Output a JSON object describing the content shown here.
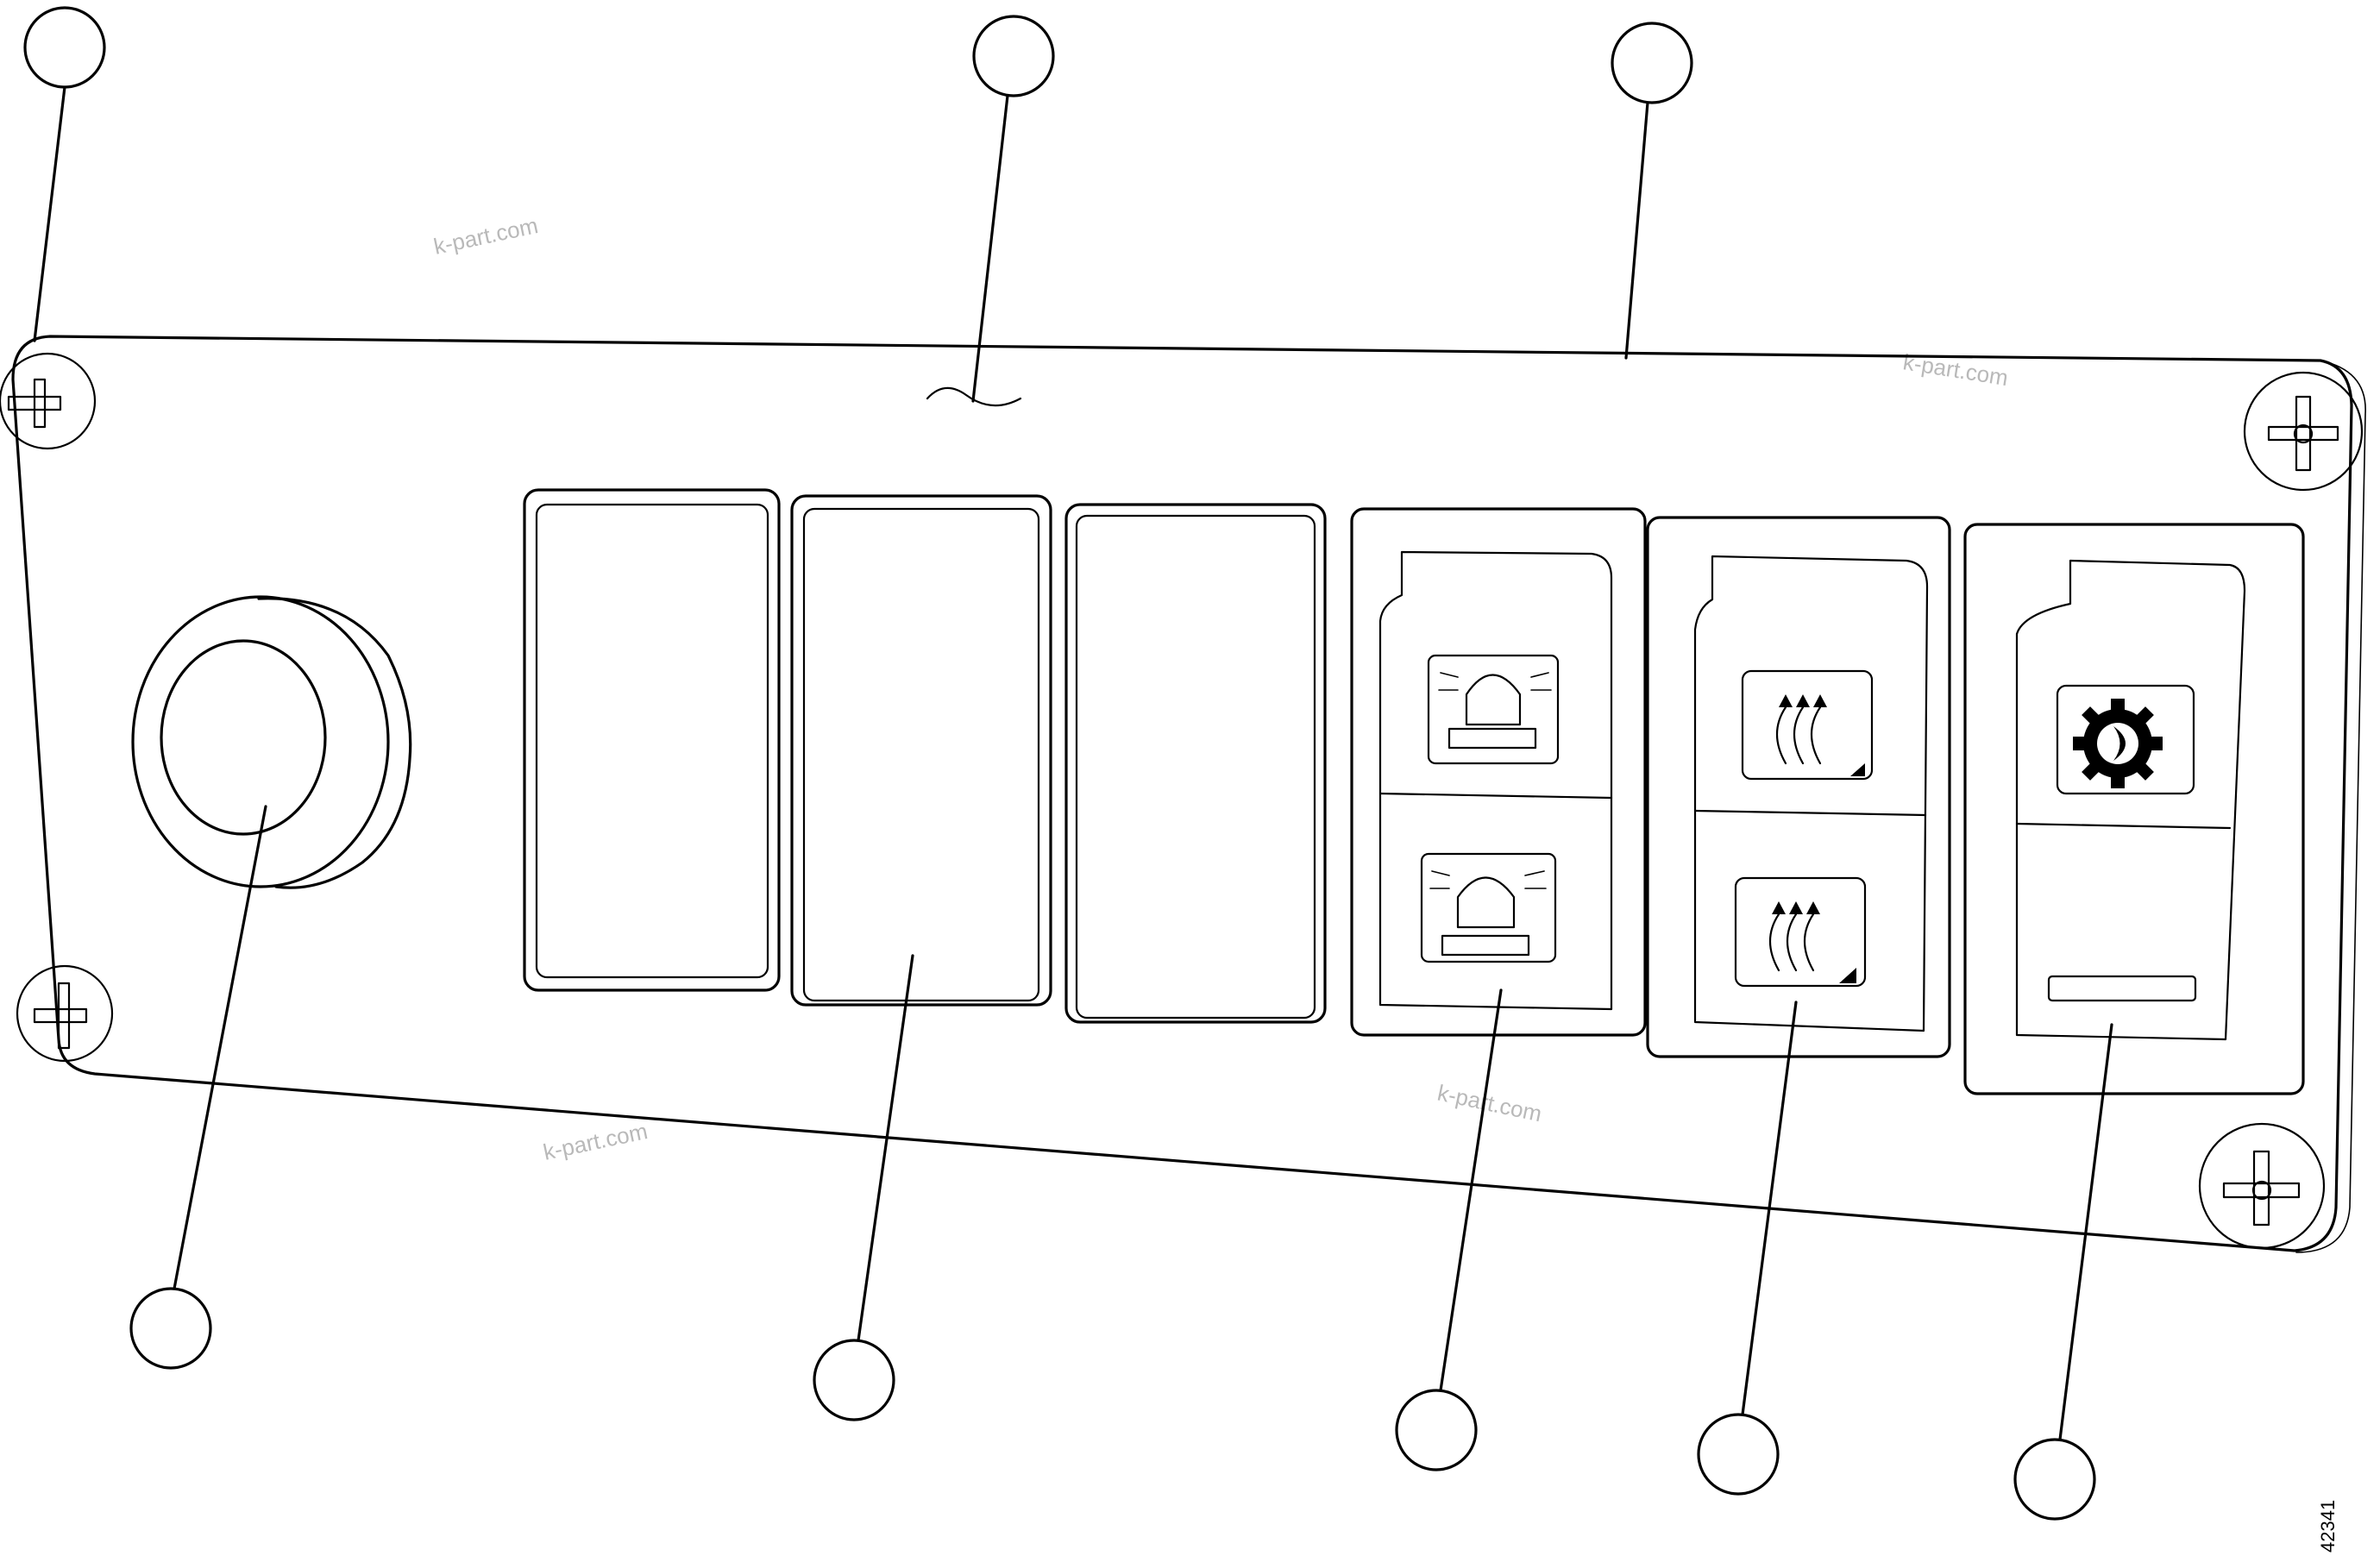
{
  "watermark": "k-part.com",
  "figure_number": "42341",
  "callouts": [
    {
      "name": "callout-top-left-screw"
    },
    {
      "name": "callout-panel-top-edge"
    },
    {
      "name": "callout-panel-top-right"
    },
    {
      "name": "callout-knob"
    },
    {
      "name": "callout-blank-switch"
    },
    {
      "name": "callout-beacon-switch"
    },
    {
      "name": "callout-defrost-switch"
    },
    {
      "name": "callout-lamp-switch"
    }
  ],
  "icons": {
    "switch_4": "beacon-light-icon",
    "switch_5": "defrost-icon",
    "switch_6": "gear-night-lamp-icon"
  }
}
